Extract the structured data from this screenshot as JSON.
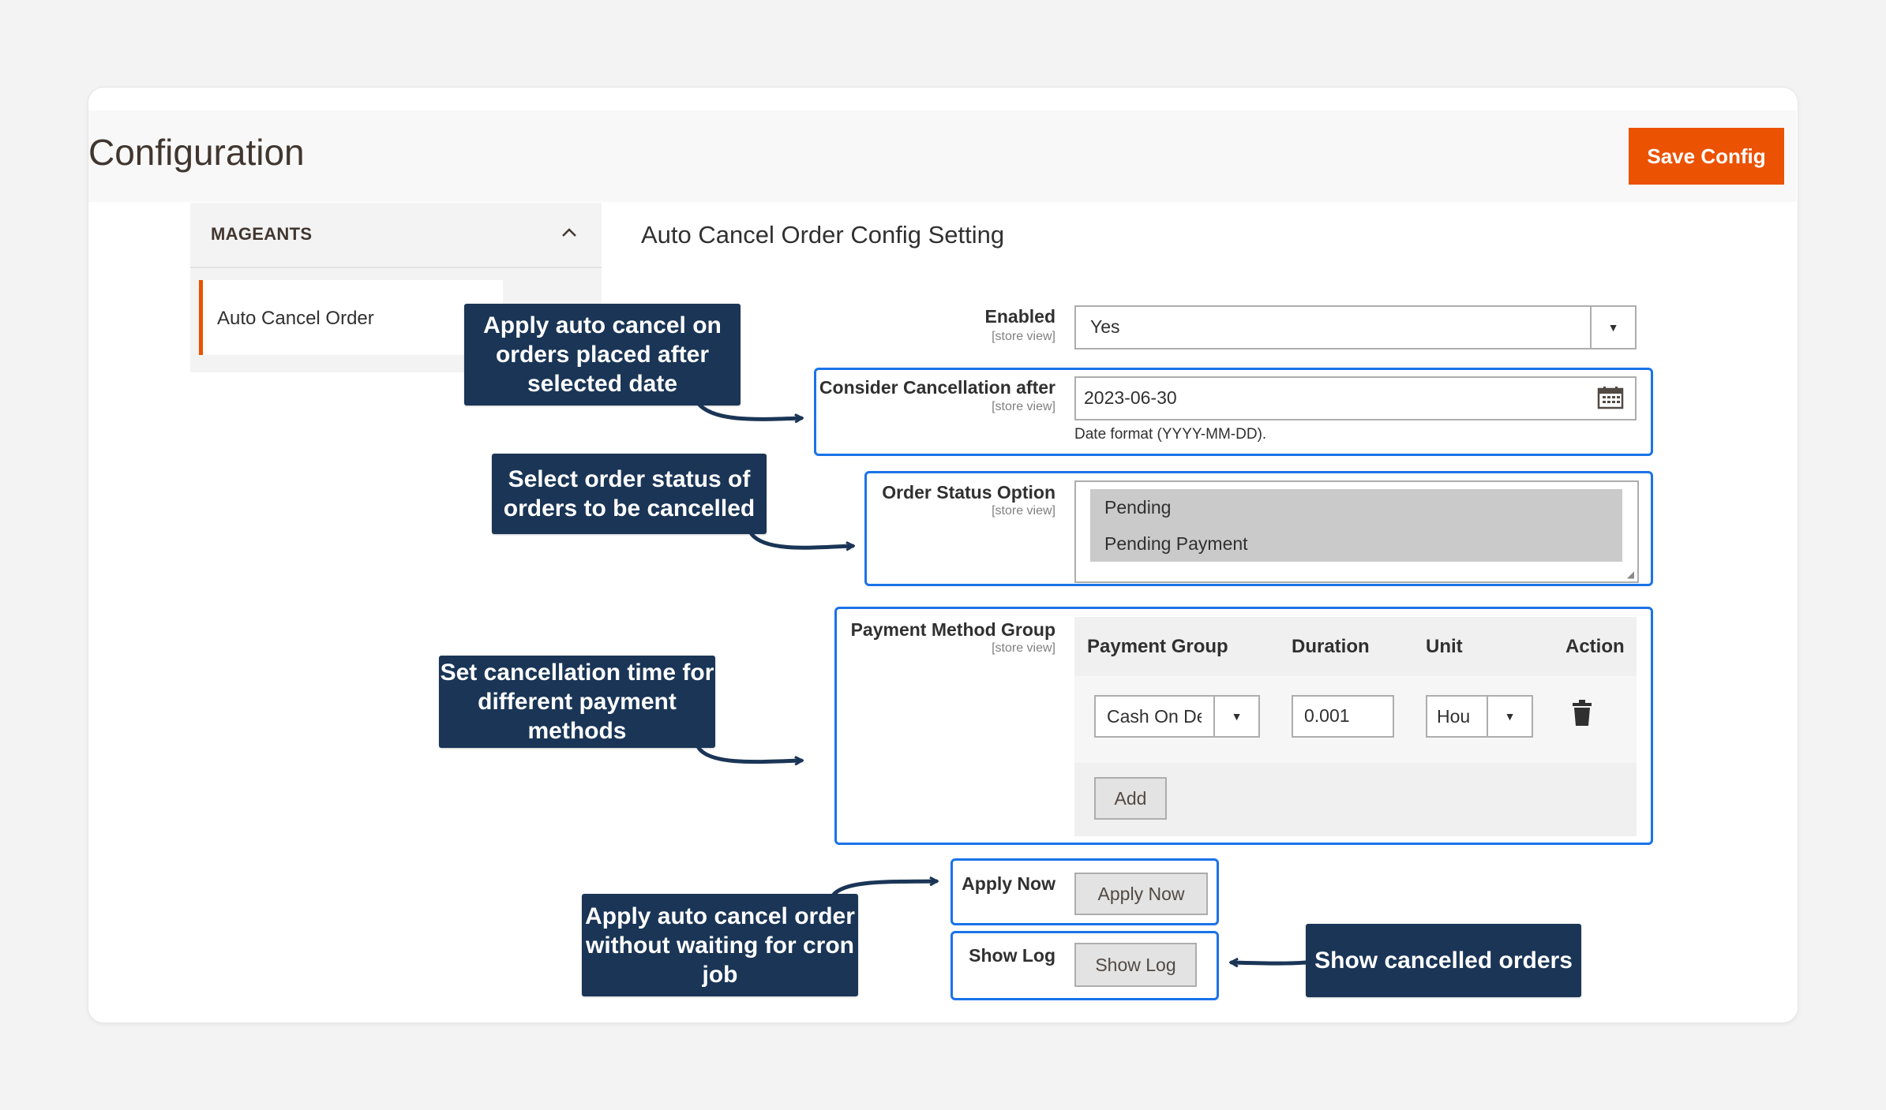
{
  "header": {
    "title": "Configuration",
    "save_label": "Save Config"
  },
  "sidebar": {
    "group_label": "MAGEANTS",
    "items": [
      {
        "label": "Auto Cancel Order"
      }
    ]
  },
  "section": {
    "title": "Auto Cancel Order Config Setting"
  },
  "fields": {
    "enabled": {
      "label": "Enabled",
      "scope": "[store view]",
      "value": "Yes"
    },
    "cancellation_after": {
      "label": "Consider Cancellation after",
      "scope": "[store view]",
      "value": "2023-06-30",
      "note": "Date format (YYYY-MM-DD)."
    },
    "order_status": {
      "label": "Order Status Option",
      "scope": "[store view]",
      "options": [
        "Pending",
        "Pending Payment"
      ]
    },
    "payment_group": {
      "label": "Payment Method Group",
      "scope": "[store view]",
      "columns": [
        "Payment Group",
        "Duration",
        "Unit",
        "Action"
      ],
      "row": {
        "payment": "Cash On De",
        "duration": "0.001",
        "unit": "Hou"
      },
      "add_label": "Add"
    },
    "apply_now": {
      "label": "Apply Now",
      "button": "Apply Now"
    },
    "show_log": {
      "label": "Show Log",
      "button": "Show Log"
    }
  },
  "callouts": {
    "date": "Apply auto cancel on orders placed after selected date",
    "status": "Select order status of orders to be cancelled",
    "payment": "Set cancellation time for different payment methods",
    "apply": "Apply auto cancel order without waiting for cron job",
    "log": "Show cancelled orders"
  },
  "colors": {
    "accent": "#eb5202",
    "callout_bg": "#1a3556",
    "highlight": "#1a73e8"
  },
  "icons": {
    "calendar": "calendar-icon",
    "trash": "trash-icon",
    "chevron_up": "chevron-up-icon",
    "dropdown": "dropdown-arrow-icon"
  }
}
